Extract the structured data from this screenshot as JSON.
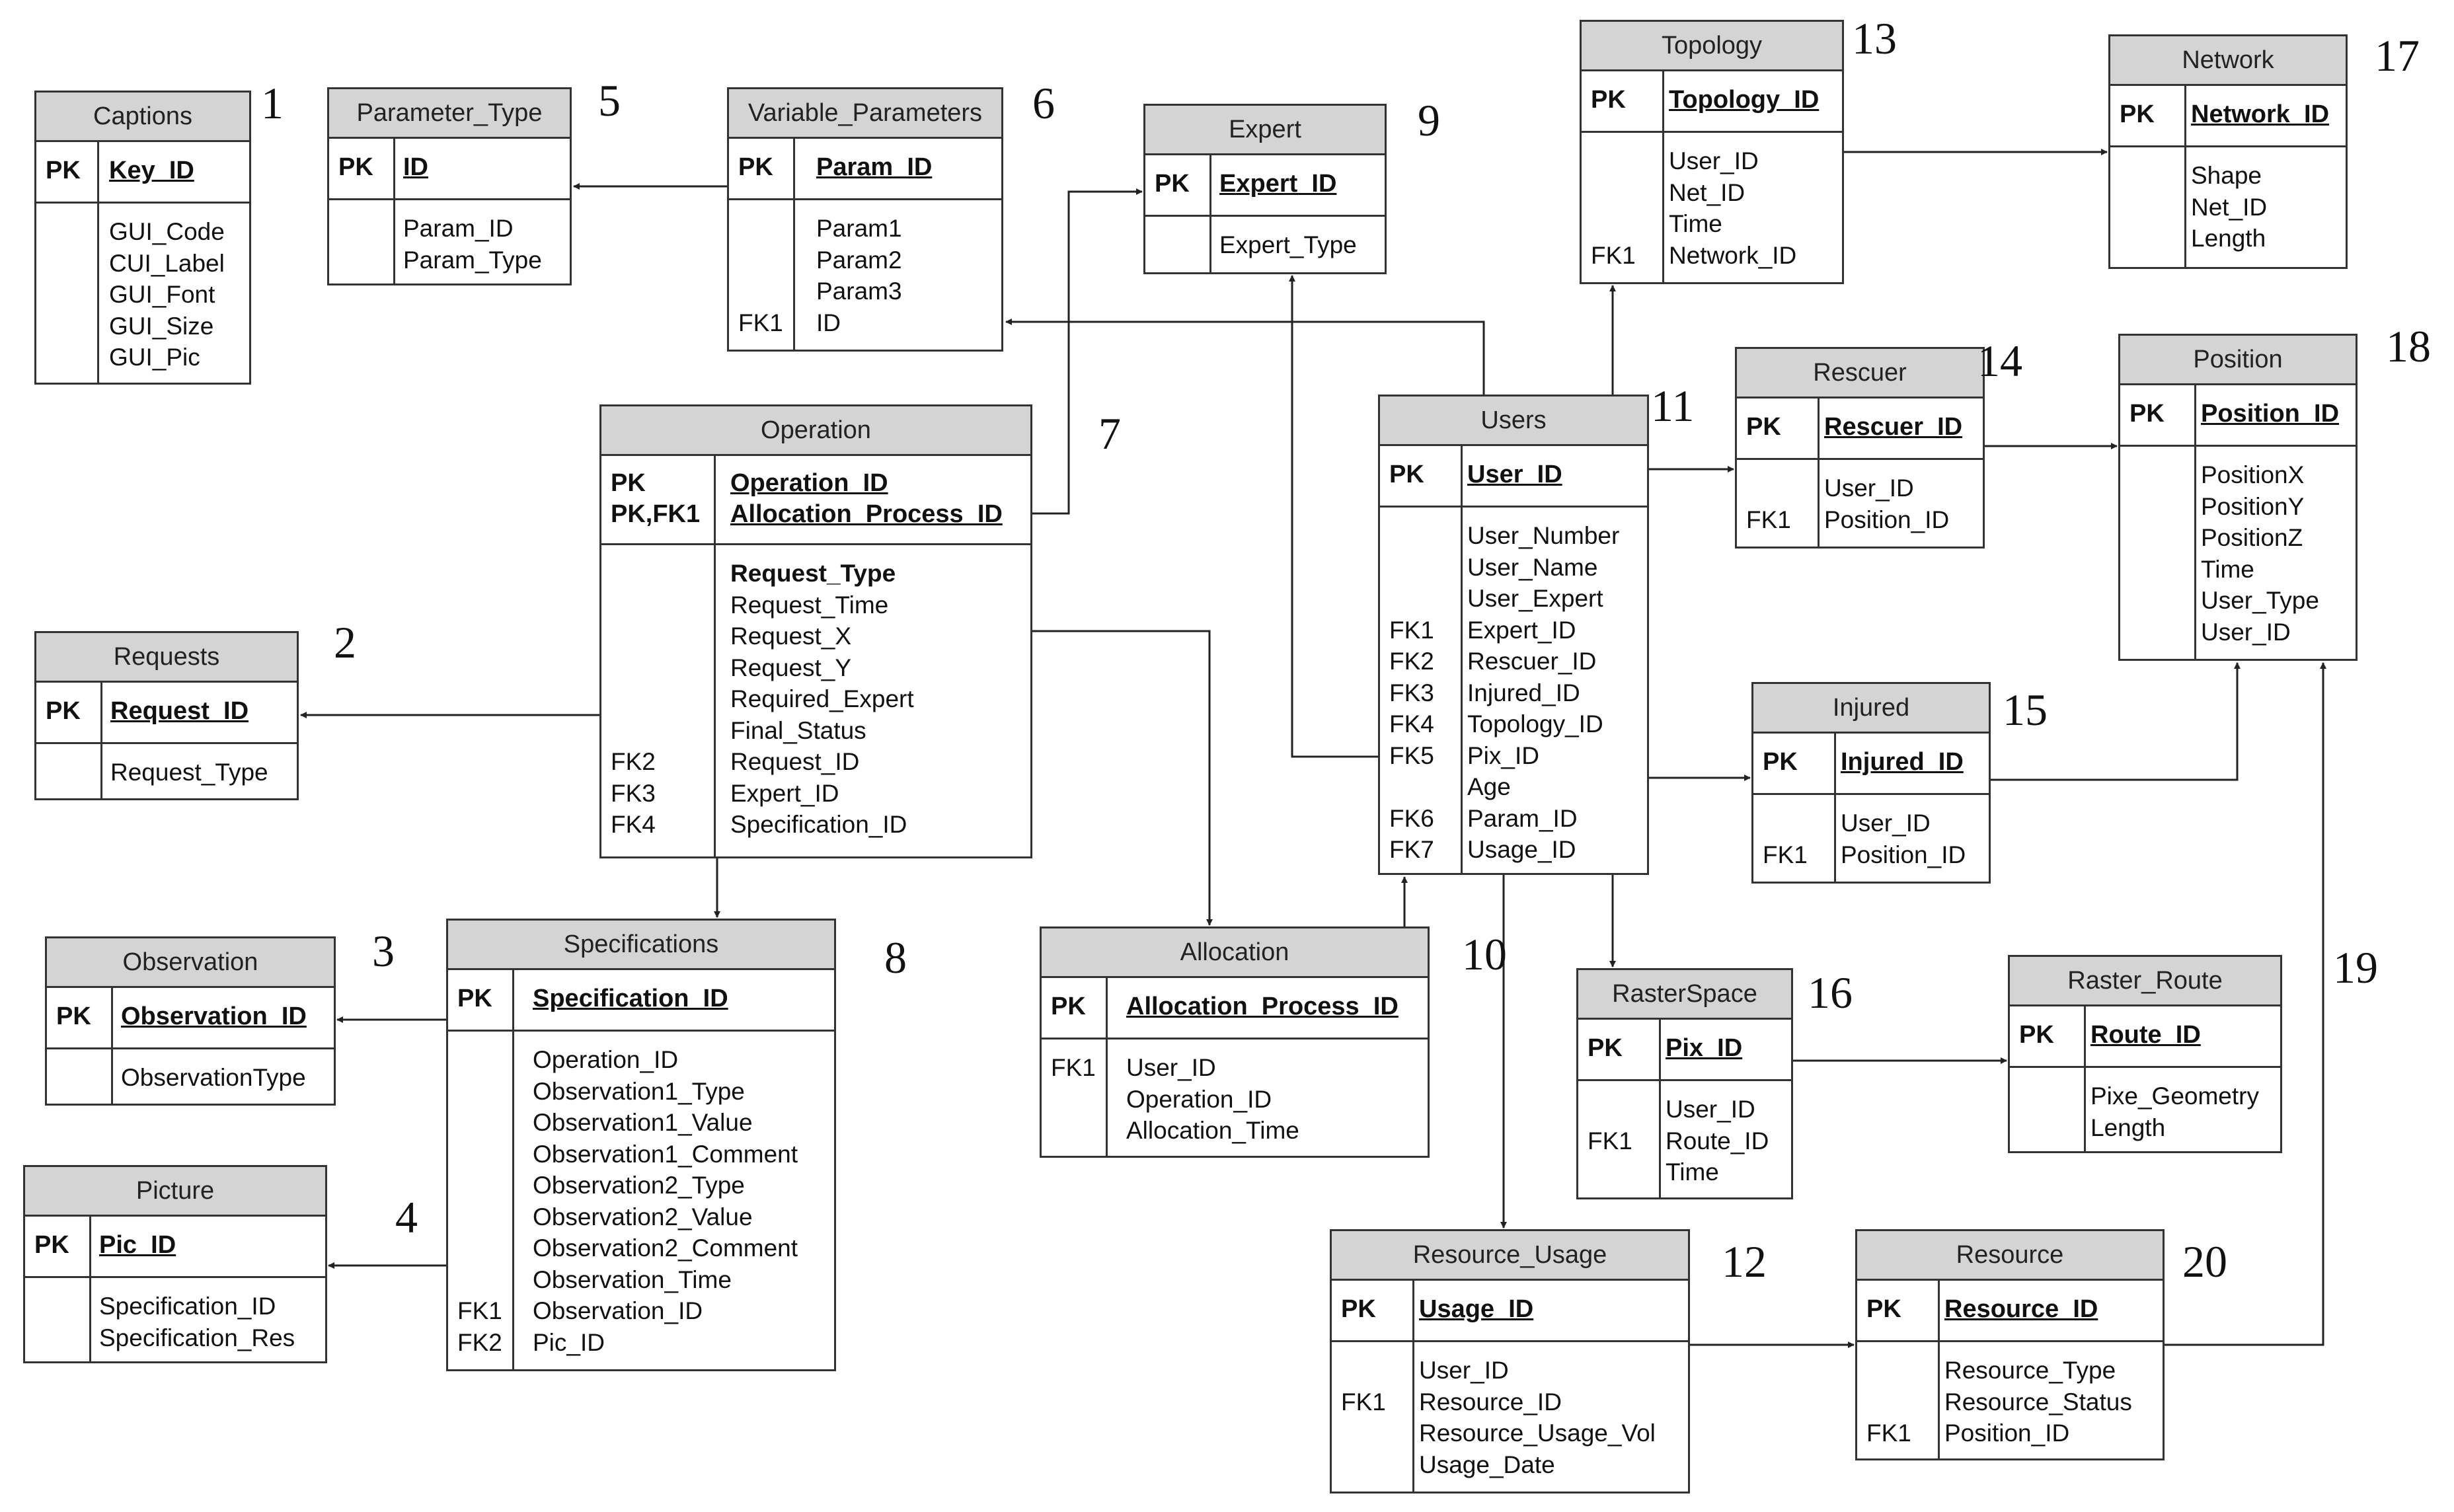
{
  "entities": [
    {
      "id": "captions",
      "number": "1",
      "title": "Captions",
      "pk": [
        {
          "key": "PK",
          "field": "Key_ID"
        }
      ],
      "attrs": [
        {
          "key": "",
          "field": "GUI_Code"
        },
        {
          "key": "",
          "field": "CUI_Label"
        },
        {
          "key": "",
          "field": "GUI_Font"
        },
        {
          "key": "",
          "field": "GUI_Size"
        },
        {
          "key": "",
          "field": "GUI_Pic"
        }
      ]
    },
    {
      "id": "requests",
      "number": "2",
      "title": "Requests",
      "pk": [
        {
          "key": "PK",
          "field": "Request_ID"
        }
      ],
      "attrs": [
        {
          "key": "",
          "field": "Request_Type"
        }
      ]
    },
    {
      "id": "observation",
      "number": "3",
      "title": "Observation",
      "pk": [
        {
          "key": "PK",
          "field": "Observation_ID"
        }
      ],
      "attrs": [
        {
          "key": "",
          "field": "ObservationType"
        }
      ]
    },
    {
      "id": "picture",
      "number": "4",
      "title": "Picture",
      "pk": [
        {
          "key": "PK",
          "field": "Pic_ID"
        }
      ],
      "attrs": [
        {
          "key": "",
          "field": "Specification_ID"
        },
        {
          "key": "",
          "field": "Specification_Res"
        }
      ]
    },
    {
      "id": "parameter_type",
      "number": "5",
      "title": "Parameter_Type",
      "pk": [
        {
          "key": "PK",
          "field": "ID"
        }
      ],
      "attrs": [
        {
          "key": "",
          "field": "Param_ID"
        },
        {
          "key": "",
          "field": "Param_Type"
        }
      ]
    },
    {
      "id": "variable_parameters",
      "number": "6",
      "title": "Variable_Parameters",
      "pk": [
        {
          "key": "PK",
          "field": "Param_ID"
        }
      ],
      "attrs": [
        {
          "key": "",
          "field": "Param1"
        },
        {
          "key": "",
          "field": "Param2"
        },
        {
          "key": "",
          "field": "Param3"
        },
        {
          "key": "FK1",
          "field": "ID"
        }
      ]
    },
    {
      "id": "operation",
      "number": "7",
      "title": "Operation",
      "pk": [
        {
          "key": "PK",
          "field": "Operation_ID"
        },
        {
          "key": "PK,FK1",
          "field": "Allocation_Process_ID"
        }
      ],
      "attrs": [
        {
          "key": "",
          "field": "Request_Type",
          "bold": true
        },
        {
          "key": "",
          "field": "Request_Time"
        },
        {
          "key": "",
          "field": "Request_X"
        },
        {
          "key": "",
          "field": "Request_Y"
        },
        {
          "key": "",
          "field": "Required_Expert"
        },
        {
          "key": "",
          "field": "Final_Status"
        },
        {
          "key": "FK2",
          "field": "Request_ID"
        },
        {
          "key": "FK3",
          "field": "Expert_ID"
        },
        {
          "key": "FK4",
          "field": "Specification_ID"
        }
      ]
    },
    {
      "id": "specifications",
      "number": "8",
      "title": "Specifications",
      "pk": [
        {
          "key": "PK",
          "field": "Specification_ID"
        }
      ],
      "attrs": [
        {
          "key": "",
          "field": "Operation_ID"
        },
        {
          "key": "",
          "field": "Observation1_Type"
        },
        {
          "key": "",
          "field": "Observation1_Value"
        },
        {
          "key": "",
          "field": "Observation1_Comment"
        },
        {
          "key": "",
          "field": "Observation2_Type"
        },
        {
          "key": "",
          "field": "Observation2_Value"
        },
        {
          "key": "",
          "field": "Observation2_Comment"
        },
        {
          "key": "",
          "field": "Observation_Time"
        },
        {
          "key": "FK1",
          "field": "Observation_ID"
        },
        {
          "key": "FK2",
          "field": "Pic_ID"
        }
      ]
    },
    {
      "id": "expert",
      "number": "9",
      "title": "Expert",
      "pk": [
        {
          "key": "PK",
          "field": "Expert_ID"
        }
      ],
      "attrs": [
        {
          "key": "",
          "field": "Expert_Type"
        }
      ]
    },
    {
      "id": "allocation",
      "number": "10",
      "title": "Allocation",
      "pk": [
        {
          "key": "PK",
          "field": "Allocation_Process_ID"
        }
      ],
      "attrs": [
        {
          "key": "FK1",
          "field": "User_ID"
        },
        {
          "key": "",
          "field": "Operation_ID"
        },
        {
          "key": "",
          "field": "Allocation_Time"
        }
      ]
    },
    {
      "id": "users",
      "number": "11",
      "title": "Users",
      "pk": [
        {
          "key": "PK",
          "field": "User_ID"
        }
      ],
      "attrs": [
        {
          "key": "",
          "field": "User_Number"
        },
        {
          "key": "",
          "field": "User_Name"
        },
        {
          "key": "",
          "field": "User_Expert"
        },
        {
          "key": "FK1",
          "field": "Expert_ID"
        },
        {
          "key": "FK2",
          "field": "Rescuer_ID"
        },
        {
          "key": "FK3",
          "field": "Injured_ID"
        },
        {
          "key": "FK4",
          "field": "Topology_ID"
        },
        {
          "key": "FK5",
          "field": "Pix_ID"
        },
        {
          "key": "",
          "field": "Age"
        },
        {
          "key": "FK6",
          "field": "Param_ID"
        },
        {
          "key": "FK7",
          "field": "Usage_ID"
        }
      ]
    },
    {
      "id": "resource_usage",
      "number": "12",
      "title": "Resource_Usage",
      "pk": [
        {
          "key": "PK",
          "field": "Usage_ID"
        }
      ],
      "attrs": [
        {
          "key": "",
          "field": "User_ID"
        },
        {
          "key": "FK1",
          "field": "Resource_ID"
        },
        {
          "key": "",
          "field": "Resource_Usage_Vol"
        },
        {
          "key": "",
          "field": "Usage_Date"
        }
      ]
    },
    {
      "id": "topology",
      "number": "13",
      "title": "Topology",
      "pk": [
        {
          "key": "PK",
          "field": "Topology_ID"
        }
      ],
      "attrs": [
        {
          "key": "",
          "field": "User_ID"
        },
        {
          "key": "",
          "field": "Net_ID"
        },
        {
          "key": "",
          "field": "Time"
        },
        {
          "key": "FK1",
          "field": "Network_ID"
        }
      ]
    },
    {
      "id": "rescuer",
      "number": "14",
      "title": "Rescuer",
      "pk": [
        {
          "key": "PK",
          "field": "Rescuer_ID"
        }
      ],
      "attrs": [
        {
          "key": "",
          "field": "User_ID"
        },
        {
          "key": "FK1",
          "field": "Position_ID"
        }
      ]
    },
    {
      "id": "injured",
      "number": "15",
      "title": "Injured",
      "pk": [
        {
          "key": "PK",
          "field": "Injured_ID"
        }
      ],
      "attrs": [
        {
          "key": "",
          "field": "User_ID"
        },
        {
          "key": "FK1",
          "field": "Position_ID"
        }
      ]
    },
    {
      "id": "rasterspace",
      "number": "16",
      "title": "RasterSpace",
      "pk": [
        {
          "key": "PK",
          "field": "Pix_ID"
        }
      ],
      "attrs": [
        {
          "key": "",
          "field": "User_ID"
        },
        {
          "key": "FK1",
          "field": "Route_ID"
        },
        {
          "key": "",
          "field": "Time"
        }
      ]
    },
    {
      "id": "network",
      "number": "17",
      "title": "Network",
      "pk": [
        {
          "key": "PK",
          "field": "Network_ID"
        }
      ],
      "attrs": [
        {
          "key": "",
          "field": "Shape"
        },
        {
          "key": "",
          "field": "Net_ID"
        },
        {
          "key": "",
          "field": "Length"
        }
      ]
    },
    {
      "id": "position",
      "number": "18",
      "title": "Position",
      "pk": [
        {
          "key": "PK",
          "field": "Position_ID"
        }
      ],
      "attrs": [
        {
          "key": "",
          "field": "PositionX"
        },
        {
          "key": "",
          "field": "PositionY"
        },
        {
          "key": "",
          "field": "PositionZ"
        },
        {
          "key": "",
          "field": "Time"
        },
        {
          "key": "",
          "field": "User_Type"
        },
        {
          "key": "",
          "field": "User_ID"
        }
      ]
    },
    {
      "id": "raster_route",
      "number": "",
      "title": "Raster_Route",
      "pk": [
        {
          "key": "PK",
          "field": "Route_ID"
        }
      ],
      "attrs": [
        {
          "key": "",
          "field": "Pixe_Geometry"
        },
        {
          "key": "",
          "field": "Length"
        }
      ]
    },
    {
      "id": "resource",
      "number": "20",
      "title": "Resource",
      "pk": [
        {
          "key": "PK",
          "field": "Resource_ID"
        }
      ],
      "attrs": [
        {
          "key": "",
          "field": "Resource_Type"
        },
        {
          "key": "",
          "field": "Resource_Status"
        },
        {
          "key": "FK1",
          "field": "Position_ID"
        }
      ]
    }
  ],
  "connector_labels": [
    {
      "id": "rel-19",
      "text": "19"
    }
  ],
  "relationships": [
    {
      "from": "variable_parameters",
      "to": "parameter_type"
    },
    {
      "from": "operation",
      "to": "expert"
    },
    {
      "from": "operation",
      "to": "requests"
    },
    {
      "from": "operation",
      "to": "specifications"
    },
    {
      "from": "operation",
      "to": "allocation"
    },
    {
      "from": "specifications",
      "to": "observation"
    },
    {
      "from": "specifications",
      "to": "picture"
    },
    {
      "from": "users",
      "to": "variable_parameters"
    },
    {
      "from": "users",
      "to": "expert"
    },
    {
      "from": "users",
      "to": "topology"
    },
    {
      "from": "users",
      "to": "rescuer"
    },
    {
      "from": "users",
      "to": "injured"
    },
    {
      "from": "users",
      "to": "rasterspace"
    },
    {
      "from": "users",
      "to": "resource_usage"
    },
    {
      "from": "allocation",
      "to": "users"
    },
    {
      "from": "topology",
      "to": "network"
    },
    {
      "from": "rescuer",
      "to": "position"
    },
    {
      "from": "injured",
      "to": "position"
    },
    {
      "from": "rasterspace",
      "to": "raster_route"
    },
    {
      "from": "resource_usage",
      "to": "resource"
    },
    {
      "from": "resource",
      "to": "position"
    }
  ],
  "colors": {
    "header": "#d4d4d4",
    "border": "#333333",
    "line": "#222222"
  }
}
